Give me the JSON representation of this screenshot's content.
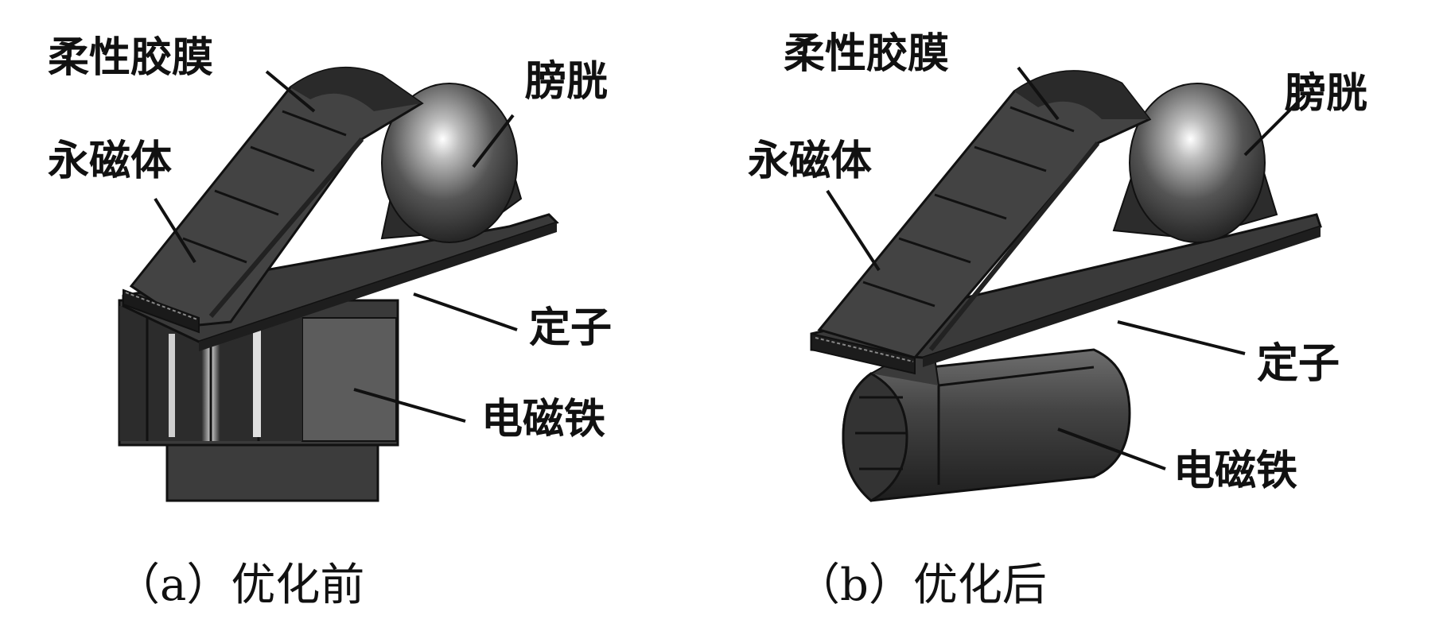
{
  "panels": [
    {
      "id": "a",
      "caption": "（a）优化前",
      "labels": {
        "membrane": "柔性胶膜",
        "bladder": "膀胱",
        "magnet": "永磁体",
        "stator": "定子",
        "electromagnet": "电磁铁"
      }
    },
    {
      "id": "b",
      "caption": "（b）优化后",
      "labels": {
        "membrane": "柔性胶膜",
        "bladder": "膀胱",
        "magnet": "永磁体",
        "stator": "定子",
        "electromagnet": "电磁铁"
      }
    }
  ],
  "colors": {
    "body_dark": "#2e2e2e",
    "body_mid": "#4a4a4a",
    "body_light": "#6a6a6a",
    "highlight": "#d8d8d8"
  }
}
